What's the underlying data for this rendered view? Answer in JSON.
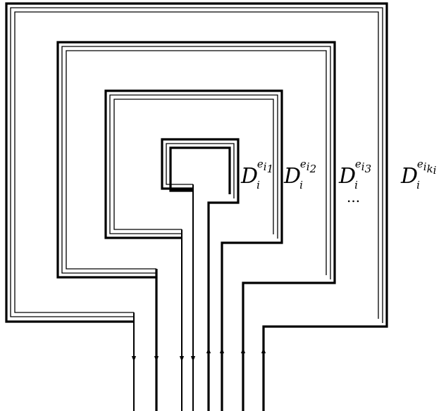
{
  "labels": [
    {
      "base": "D",
      "sub": "i",
      "sup": "e",
      "sup_sub": "i",
      "sup_sub2": "1"
    },
    {
      "base": "D",
      "sub": "i",
      "sup": "e",
      "sup_sub": "i",
      "sup_sub2": "2"
    },
    {
      "base": "D",
      "sub": "i",
      "sup": "e",
      "sup_sub": "i",
      "sup_sub2": "3"
    },
    {
      "base": "D",
      "sub": "i",
      "sup": "e",
      "sup_sub": "i",
      "sup_sub2": "k",
      "sup_sub3": "i"
    }
  ],
  "ellipsis": "..."
}
